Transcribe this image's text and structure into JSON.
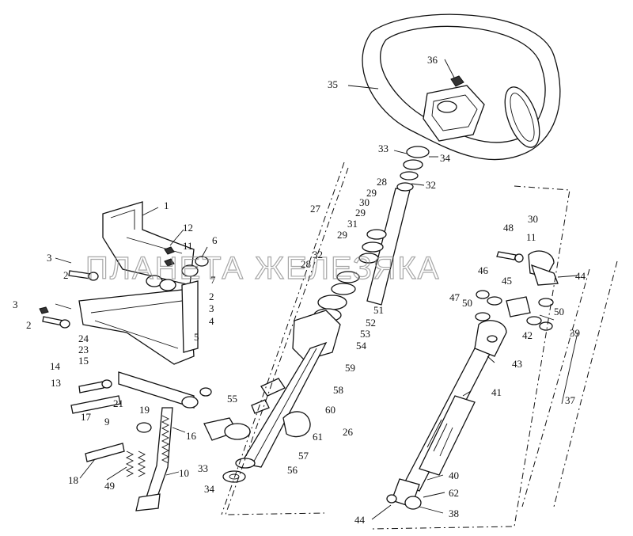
{
  "watermark": "ПЛАНЕТА ЖЕЛЕЗЯКА",
  "callouts": {
    "c1": "1",
    "c2a": "2",
    "c2b": "2",
    "c2c": "2",
    "c3a": "3",
    "c3b": "3",
    "c3c": "3",
    "c4": "4",
    "c5": "5",
    "c6": "6",
    "c7": "7",
    "c9": "9",
    "c10": "10",
    "c11a": "11",
    "c11b": "11",
    "c12": "12",
    "c13": "13",
    "c14": "14",
    "c15": "15",
    "c16": "16",
    "c17": "17",
    "c18": "18",
    "c19": "19",
    "c21": "21",
    "c23": "23",
    "c24": "24",
    "c26": "26",
    "c27": "27",
    "c28a": "28",
    "c28b": "28",
    "c29a": "29",
    "c29b": "29",
    "c29c": "29",
    "c30a": "30",
    "c30b": "30",
    "c31": "31",
    "c32a": "32",
    "c32b": "32",
    "c33a": "33",
    "c33b": "33",
    "c34a": "34",
    "c34b": "34",
    "c35": "35",
    "c36": "36",
    "c37": "37",
    "c38": "38",
    "c39": "39",
    "c40": "40",
    "c41": "41",
    "c42": "42",
    "c43": "43",
    "c44a": "44",
    "c44b": "44",
    "c45": "45",
    "c46": "46",
    "c47": "47",
    "c48": "48",
    "c49": "49",
    "c50a": "50",
    "c50b": "50",
    "c51": "51",
    "c52": "52",
    "c53": "53",
    "c54": "54",
    "c55": "55",
    "c56": "56",
    "c57": "57",
    "c58": "58",
    "c59": "59",
    "c60": "60",
    "c61": "61",
    "c62": "62"
  }
}
